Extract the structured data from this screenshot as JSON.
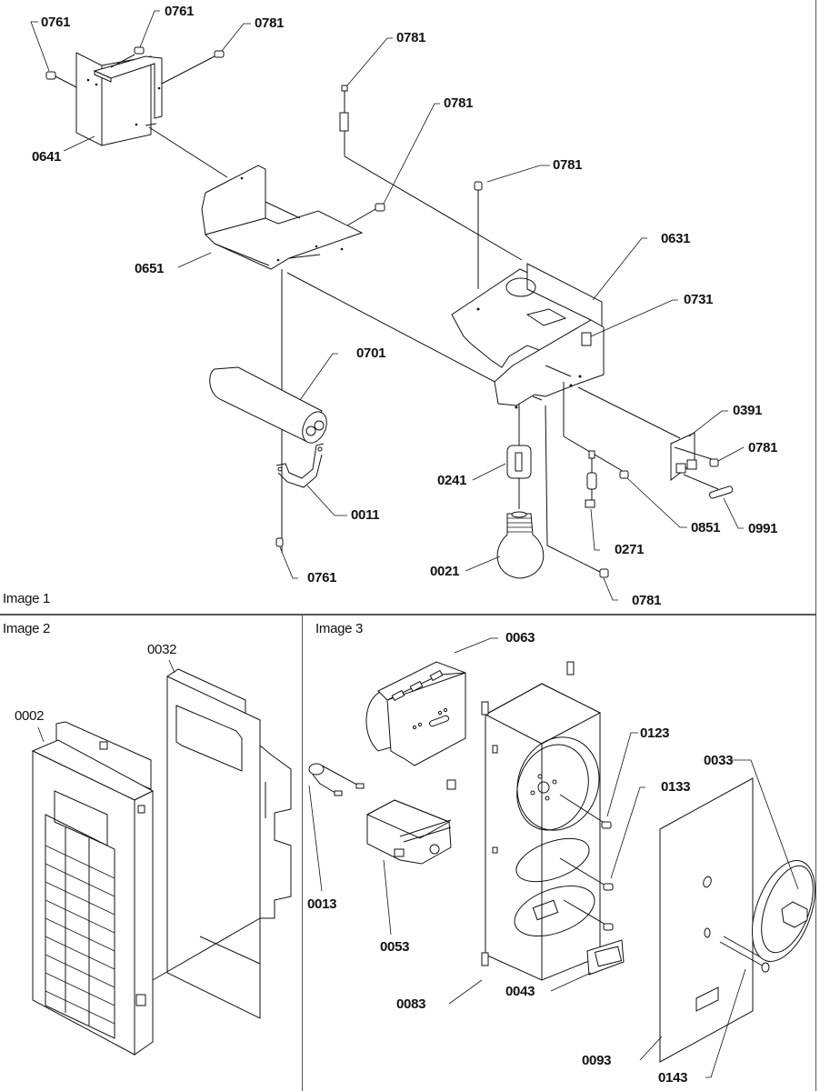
{
  "panels": [
    {
      "title": "Image 1",
      "callouts": [
        {
          "id": "c1",
          "label": "0761"
        },
        {
          "id": "c2",
          "label": "0761"
        },
        {
          "id": "c3",
          "label": "0781"
        },
        {
          "id": "c4",
          "label": "0781"
        },
        {
          "id": "c5",
          "label": "0781"
        },
        {
          "id": "c6",
          "label": "0781"
        },
        {
          "id": "c7",
          "label": "0641"
        },
        {
          "id": "c8",
          "label": "0631"
        },
        {
          "id": "c9",
          "label": "0651"
        },
        {
          "id": "c10",
          "label": "0731"
        },
        {
          "id": "c11",
          "label": "0701"
        },
        {
          "id": "c12",
          "label": "0391"
        },
        {
          "id": "c13",
          "label": "0781"
        },
        {
          "id": "c14",
          "label": "0241"
        },
        {
          "id": "c15",
          "label": "0011"
        },
        {
          "id": "c16",
          "label": "0851"
        },
        {
          "id": "c17",
          "label": "0991"
        },
        {
          "id": "c18",
          "label": "0271"
        },
        {
          "id": "c19",
          "label": "0021"
        },
        {
          "id": "c20",
          "label": "0761"
        },
        {
          "id": "c21",
          "label": "0781"
        }
      ]
    },
    {
      "title": "Image 2",
      "callouts": [
        {
          "id": "d1",
          "label": "0032"
        },
        {
          "id": "d2",
          "label": "0002"
        }
      ]
    },
    {
      "title": "Image 3",
      "callouts": [
        {
          "id": "e1",
          "label": "0063"
        },
        {
          "id": "e2",
          "label": "0123"
        },
        {
          "id": "e3",
          "label": "0033"
        },
        {
          "id": "e4",
          "label": "0133"
        },
        {
          "id": "e5",
          "label": "0013"
        },
        {
          "id": "e6",
          "label": "0053"
        },
        {
          "id": "e7",
          "label": "0083"
        },
        {
          "id": "e8",
          "label": "0043"
        },
        {
          "id": "e9",
          "label": "0093"
        },
        {
          "id": "e10",
          "label": "0143"
        }
      ]
    }
  ]
}
